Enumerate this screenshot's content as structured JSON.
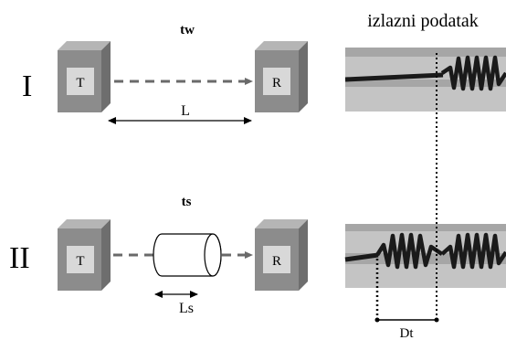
{
  "labels": {
    "header_right": "izlazni podatak",
    "row1_roman": "I",
    "row2_roman": "II",
    "row1_title": "tw",
    "row2_title": "ts",
    "transmitter": "T",
    "receiver": "R",
    "distance_L": "L",
    "distance_Ls": "Ls",
    "delta_t": "Dt"
  },
  "colors": {
    "box_front": "#8c8c8c",
    "box_top": "#b5b5b5",
    "box_side": "#6e6e6e",
    "inner_square": "#d8d8d8",
    "output_light": "#c4c4c4",
    "output_dark": "#a6a6a6",
    "signal": "#1a1a1a",
    "dash_line": "#6a6a6a"
  }
}
